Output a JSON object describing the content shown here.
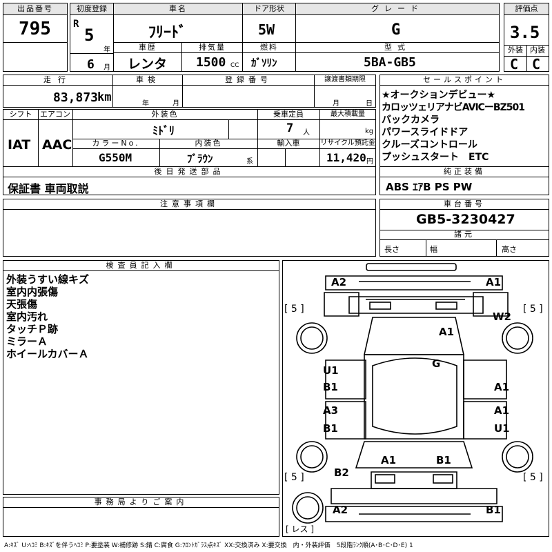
{
  "header": {
    "lot_label": "出品番号",
    "lot_number": "795",
    "first_reg_label": "初度登録",
    "era": "R",
    "year": "5",
    "year_unit": "年",
    "month": "6",
    "month_unit": "月",
    "model_label": "車名",
    "model": "ﾌﾘｰﾄﾞ",
    "door_label": "ドア形状",
    "door": "5W",
    "grade_label": "グレード",
    "grade": "G",
    "score_label": "評価点",
    "score": "3.5",
    "history_label": "車歴",
    "history": "レンタ",
    "displacement_label": "排気量",
    "displacement": "1500",
    "displacement_unit": "CC",
    "fuel_label": "燃料",
    "fuel": "ｶﾞｿﾘﾝ",
    "type_label": "型式",
    "type": "5BA-GB5",
    "ext_label": "外装",
    "ext": "C",
    "int_label": "内装",
    "int": "C"
  },
  "row2": {
    "mileage_label": "走行",
    "mileage": "83,873",
    "mileage_unit": "km",
    "inspection_label": "車検",
    "year_unit": "年",
    "month_unit": "月",
    "reg_label": "登録番号",
    "transfer_label": "譲渡書類期限",
    "tmonth_unit": "月",
    "tday_unit": "日",
    "shift_label": "シフト",
    "shift": "IAT",
    "ac_label": "エアコン",
    "ac": "AAC",
    "color_label": "外装色",
    "color": "ﾐﾄﾞﾘ",
    "capacity_label": "乗車定員",
    "capacity": "7",
    "capacity_unit": "人",
    "load_label": "最大積載量",
    "load_unit": "kg",
    "colorno_label": "カラーNo.",
    "colorno": "G550M",
    "interior_label": "内装色",
    "interior": "ﾌﾞﾗｳﾝ",
    "interior_unit": "系",
    "import_label": "輸入車",
    "recycle_label": "リサイクル預託金",
    "recycle": "11,420",
    "recycle_unit": "円",
    "later_label": "後日発送部品",
    "later": "保証書 車両取説"
  },
  "sales": {
    "label": "セールスポイント",
    "lines": [
      "★オークションデビュー★",
      "カロッツェリアナビAVICーBZ501",
      "バックカメラ",
      "パワースライドドア",
      "クルーズコントロール",
      "プッシュスタート　ETC"
    ]
  },
  "equipment": {
    "label": "純正装備",
    "value": "ABS ｴｱB PS PW"
  },
  "notes": {
    "label": "注意事項欄"
  },
  "chassis": {
    "label": "車台番号",
    "value": "GB5-3230427",
    "spec_label": "諸元",
    "len_label": "長さ",
    "width_label": "幅",
    "height_label": "高さ"
  },
  "inspector": {
    "label": "検査員記入欄",
    "lines": [
      "外装うすい線キズ",
      "室内内張傷",
      "天張傷",
      "室内汚れ",
      "タッチＰ跡",
      "ミラーＡ",
      "ホイールカバーＡ"
    ]
  },
  "office": {
    "label": "事務局よりご案内"
  },
  "diagram": {
    "marks": {
      "a2_top": "A2",
      "a1_top": "A1",
      "w2": "W2",
      "a1_hood": "A1",
      "g": "G",
      "u1_l": "U1",
      "b1_l1": "B1",
      "a3_l": "A3",
      "b1_l2": "B1",
      "a1_r1": "A1",
      "a1_r2": "A1",
      "u1_r": "U1",
      "a1_rear": "A1",
      "b1_rear": "B1",
      "b2": "B2",
      "a2_bot": "A2",
      "b1_bot": "B1"
    },
    "tires": {
      "fl": "5",
      "fr": "5",
      "rl": "5",
      "rr": "5",
      "spare": "レス"
    }
  },
  "legend": "A:ｷｽﾞ U:ﾍｺﾐ B:ｷｽﾞを伴うﾍｺﾐ P:要塗装 W:補修跡 S:錆 C:腐食 G:ﾌﾛﾝﾄｶﾞﾗｽ点ｷｽﾞ XX:交換済み X:要交換　内・外装評価　5段階ﾗﾝｸ順(A･B･C･D･E) 1"
}
